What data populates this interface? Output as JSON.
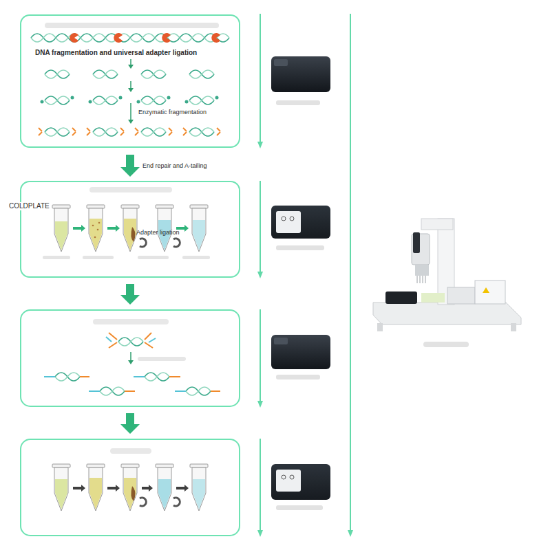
{
  "diagram": {
    "nodes": [
      {
        "text": [
          "DNA fragmentation and universal adapter ligation",
          "Enzymatic fragmentation"
        ]
      },
      {
        "text": [
          "Adapter ligation"
        ]
      }
    ],
    "edges": [
      {
        "from": 0,
        "to": 1,
        "arrow": "to",
        "label": "End repair and A-tailing"
      }
    ],
    "labels": [
      "COLDPLATE"
    ]
  }
}
